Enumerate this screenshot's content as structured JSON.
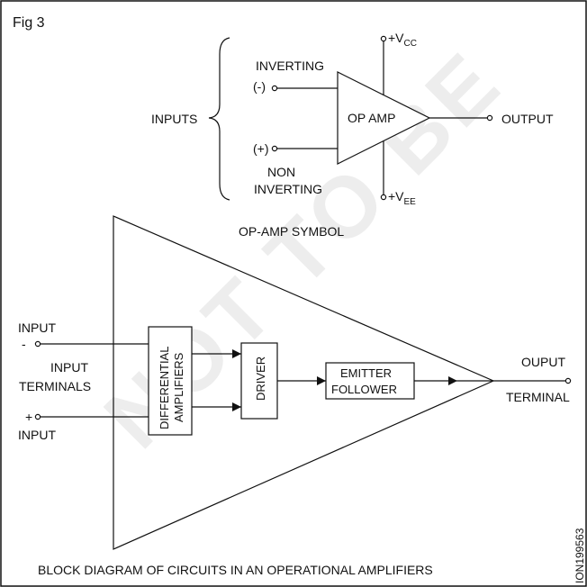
{
  "figure_label": "Fig 3",
  "symbol": {
    "title": "OP-AMP SYMBOL",
    "inputs_label": "INPUTS",
    "inverting_label": "INVERTING",
    "inverting_sign": "(-)",
    "noninverting_sign": "(+)",
    "non_label": "NON",
    "noninverting_label": "INVERTING",
    "body_label": "OP AMP",
    "output_label": "OUTPUT",
    "vcc_label": "+V",
    "vcc_sub": "CC",
    "vee_label": "+V",
    "vee_sub": "EE"
  },
  "block": {
    "input_top_label": "INPUT",
    "input_top_sign": "-",
    "input_terminals_line1": "INPUT",
    "input_terminals_line2": "TERMINALS",
    "input_bottom_sign": "+",
    "input_bottom_label": "INPUT",
    "diff_line1": "DIFFERENTIAL",
    "diff_line2": "AMPLIFIERS",
    "driver_label": "DRIVER",
    "emitter_line1": "EMITTER",
    "emitter_line2": "FOLLOWER",
    "output_label": "OUPUT",
    "terminal_label": "TERMINAL",
    "caption": "BLOCK DIAGRAM OF CIRCUITS IN AN OPERATIONAL AMPLIFIERS"
  },
  "watermark": "NOT TO BE",
  "image_code": "ION199563",
  "colors": {
    "ink": "#111111",
    "frame": "#111111",
    "watermark": "#d8d8d8"
  }
}
